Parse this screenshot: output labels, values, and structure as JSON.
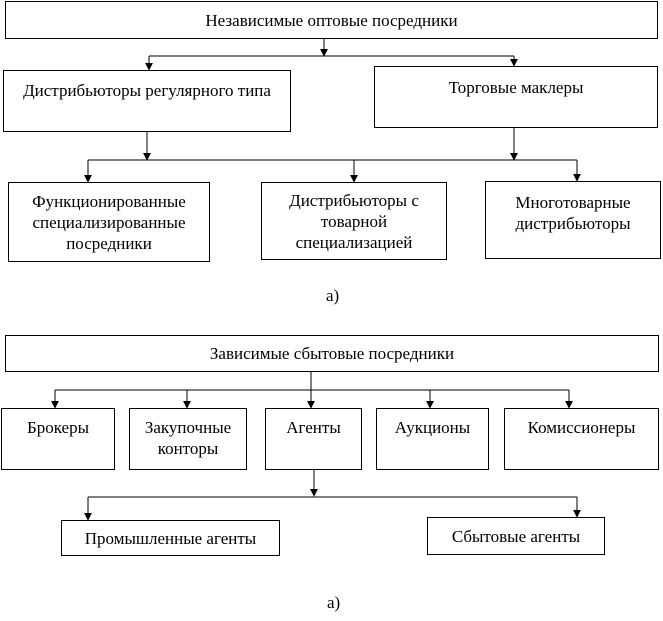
{
  "diagram_a": {
    "root": "Независимые оптовые посредники",
    "left_branch": "Дистрибьюторы регулярного типа",
    "right_branch": "Торговые маклеры",
    "leaf_1": "Функционированные специализированные посредники",
    "leaf_2": "Дистрибьюторы с товарной специализацией",
    "leaf_3": "Многотоварные дистрибьюторы",
    "caption": "а)"
  },
  "diagram_b": {
    "root": "Зависимые сбытовые посредники",
    "brokers": "Брокеры",
    "purchasing_offices": "Закупочные конторы",
    "agents": "Агенты",
    "auctions": "Аукционы",
    "commission_agents": "Комиссионеры",
    "industrial_agents": "Промышленные агенты",
    "sales_agents": "Сбытовые агенты",
    "caption": "а)"
  },
  "colors": {
    "line": "#000000",
    "background": "#ffffff"
  }
}
